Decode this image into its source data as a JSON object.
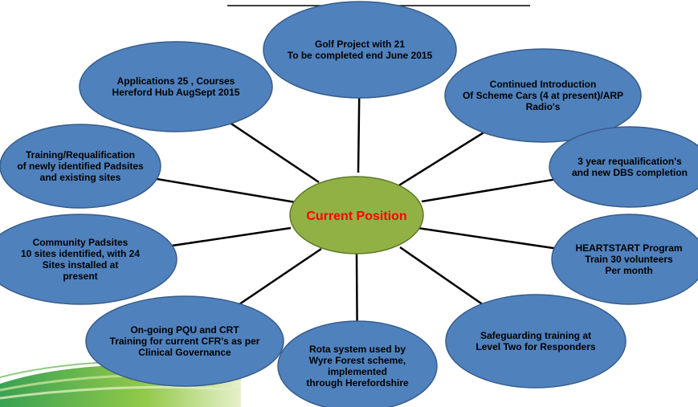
{
  "colors": {
    "node_fill": "#4f81bd",
    "node_stroke": "#385d8a",
    "center_fill": "#92b145",
    "center_text": "#ff0000",
    "connector": "#000000"
  },
  "center": {
    "label": "Current Position"
  },
  "nodes": [
    {
      "id": "golf-project",
      "lines": [
        "Golf Project with 21",
        "To be completed end June 2015"
      ]
    },
    {
      "id": "scheme-cars",
      "lines": [
        "Continued Introduction",
        "Of Scheme Cars (4 at present)/ARP",
        "Radio's"
      ]
    },
    {
      "id": "requalification",
      "lines": [
        "3 year requalification's",
        "and new DBS completion"
      ]
    },
    {
      "id": "heartstart",
      "lines": [
        "HEARTSTART Program",
        "Train 30 volunteers",
        "Per month"
      ]
    },
    {
      "id": "safeguarding",
      "lines": [
        "Safeguarding training at",
        "Level Two for Responders"
      ]
    },
    {
      "id": "rota-system",
      "lines": [
        "Rota system used by",
        "Wyre Forest scheme,",
        "implemented",
        "through Herefordshire"
      ]
    },
    {
      "id": "pqu-crt",
      "lines": [
        "On-going PQU and CRT",
        "Training for current CFR's as per",
        "Clinical Governance"
      ]
    },
    {
      "id": "community-padsites",
      "lines": [
        "Community Padsites",
        "10 sites identified, with 24",
        "Sites installed at",
        "present"
      ]
    },
    {
      "id": "training-padsites",
      "lines": [
        "Training/Requalification",
        "of newly identified Padsites",
        "and existing sites"
      ]
    },
    {
      "id": "applications",
      "lines": [
        "Applications 25 , Courses",
        "Hereford Hub AugSept 2015"
      ]
    }
  ]
}
